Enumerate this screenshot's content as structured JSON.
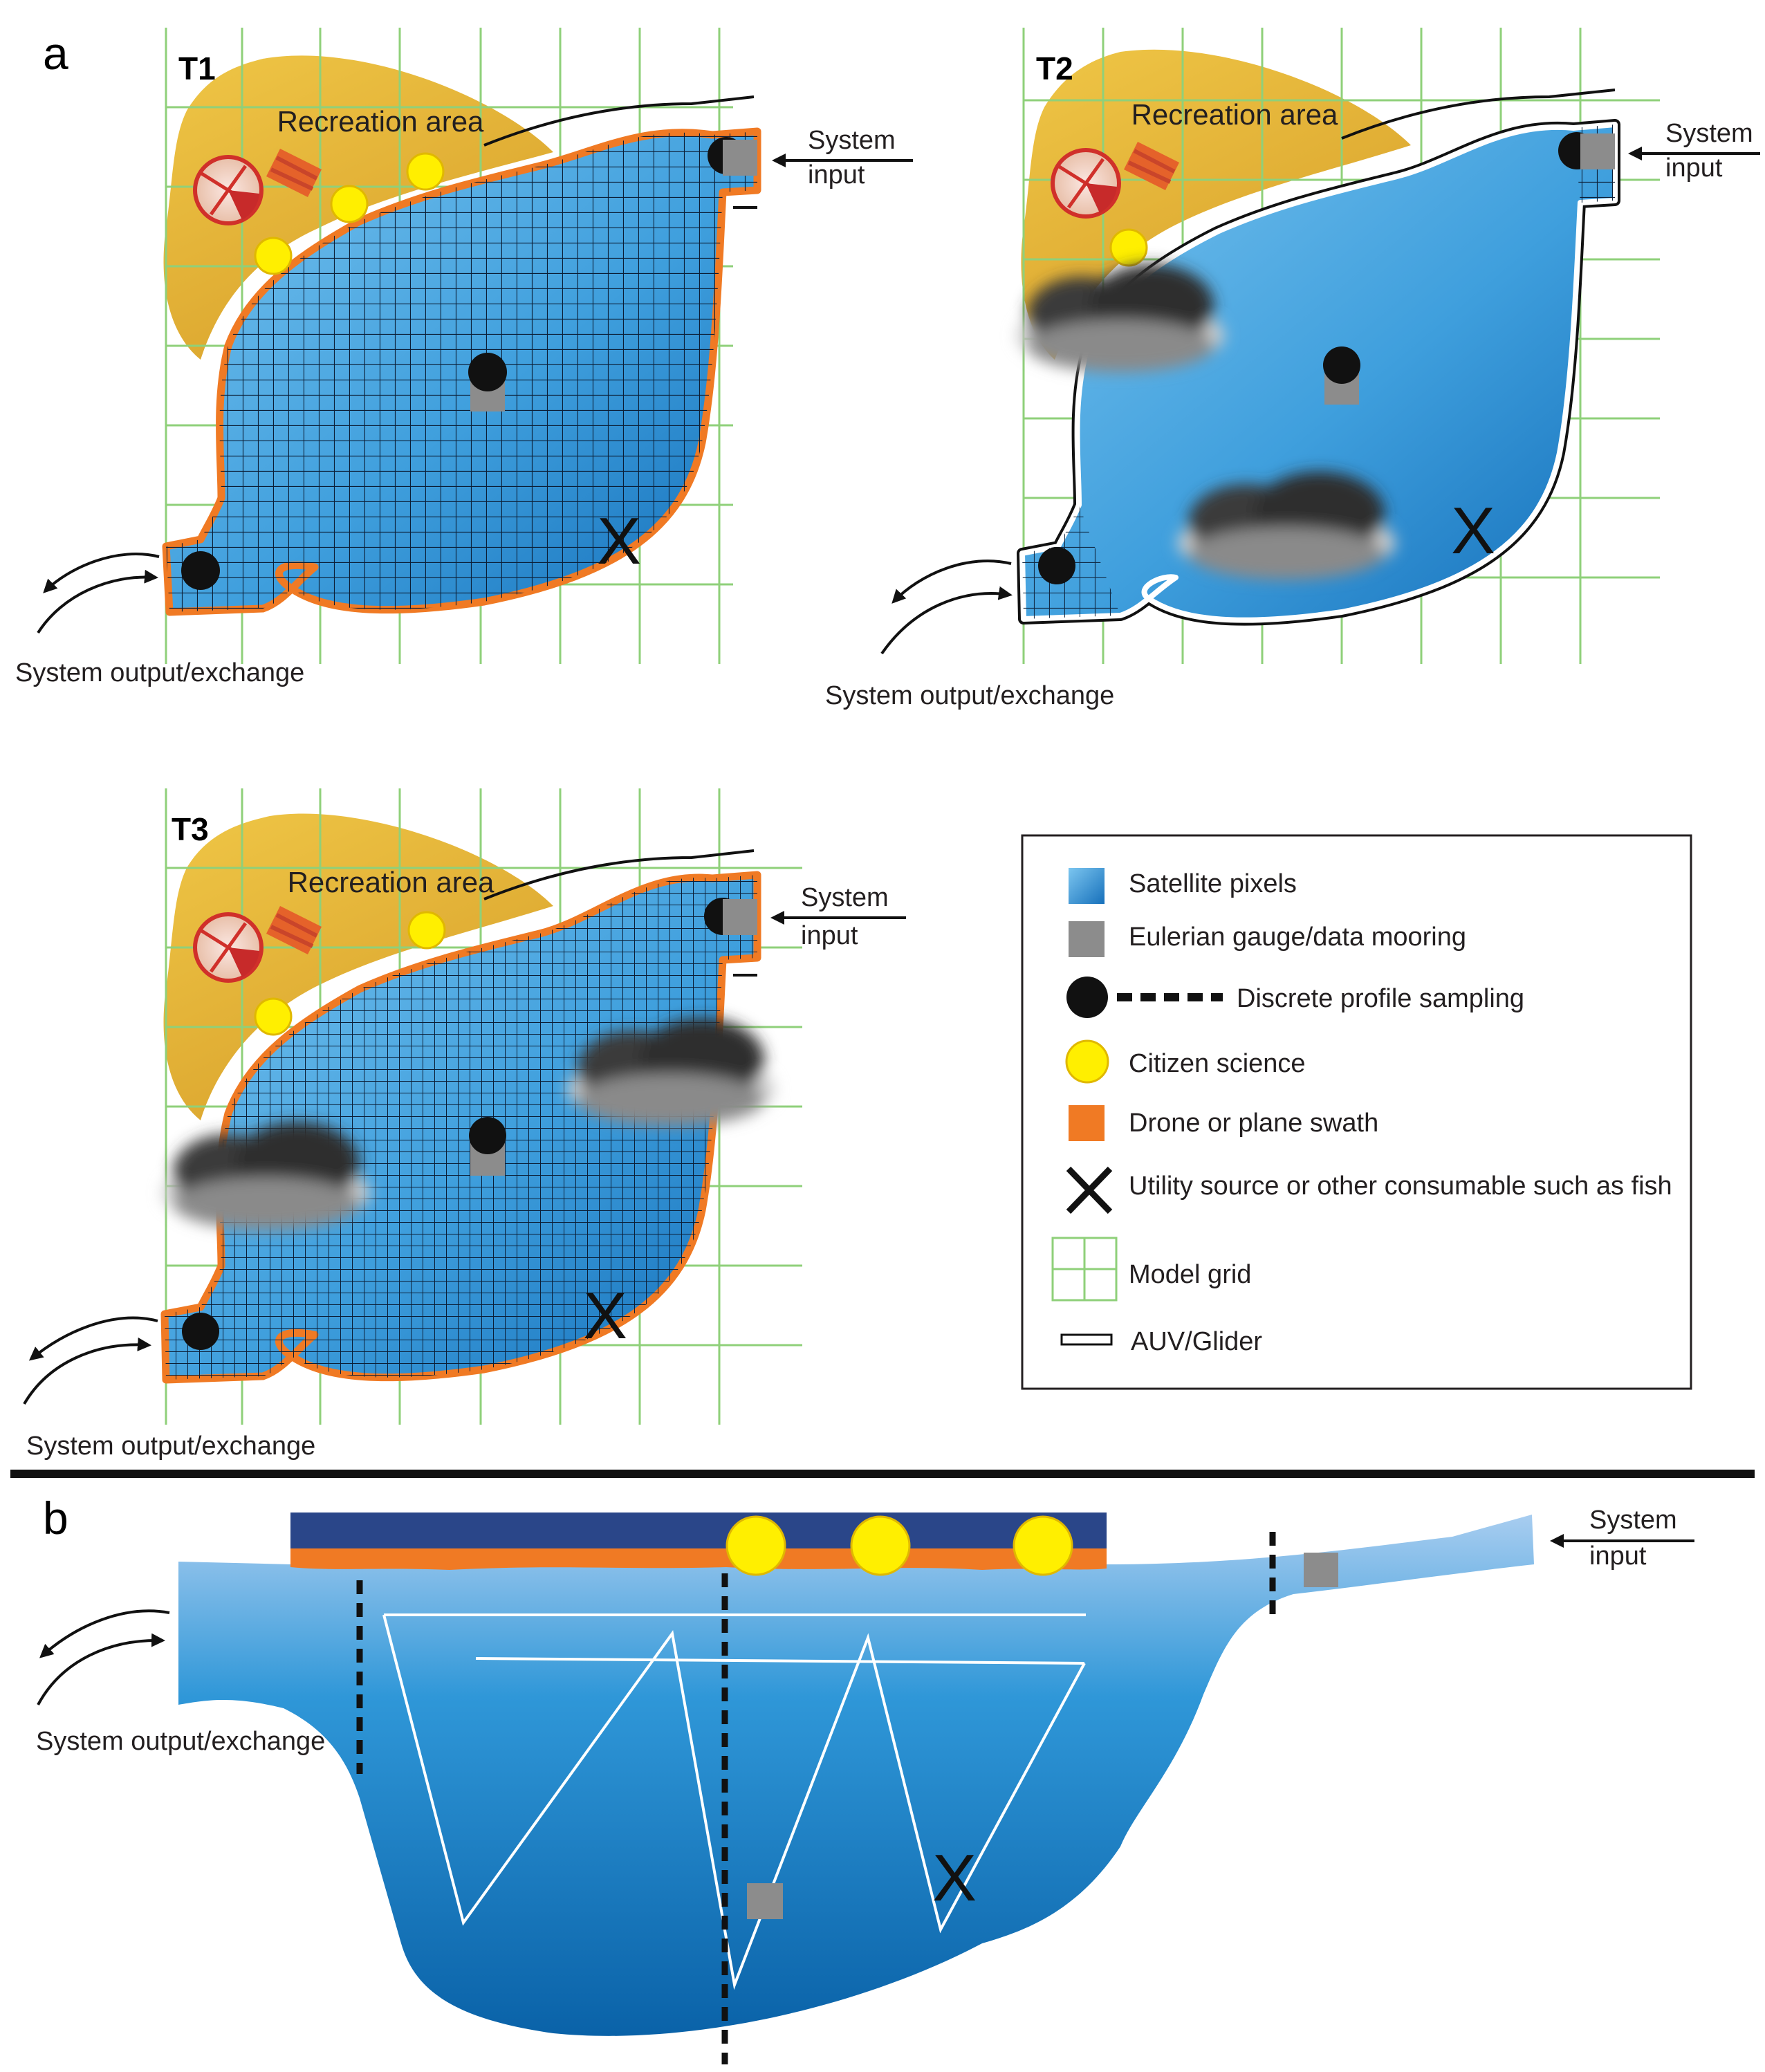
{
  "panels": {
    "a": "a",
    "b": "b"
  },
  "maps": [
    {
      "time": "T1",
      "recreation": "Recreation area",
      "input_line1": "System",
      "input_line2": "input",
      "output": "System output/exchange"
    },
    {
      "time": "T2",
      "recreation": "Recreation area",
      "input_line1": "System",
      "input_line2": "input",
      "output": "System output/exchange"
    },
    {
      "time": "T3",
      "recreation": "Recreation area",
      "input_line1": "System",
      "input_line2": "input",
      "output": "System output/exchange"
    }
  ],
  "legend": {
    "items": [
      {
        "icon": "satellite-pixel-icon",
        "label": "Satellite pixels"
      },
      {
        "icon": "gauge-square-icon",
        "label": "Eulerian gauge/data mooring"
      },
      {
        "icon": "profile-dot-dash-icon",
        "label": "Discrete profile sampling"
      },
      {
        "icon": "yellow-circle-icon",
        "label": "Citizen science"
      },
      {
        "icon": "orange-square-icon",
        "label": "Drone or plane swath"
      },
      {
        "icon": "x-mark-icon",
        "label": "Utility source or other consumable such as fish"
      },
      {
        "icon": "green-grid-icon",
        "label": "Model grid"
      },
      {
        "icon": "auv-outline-icon",
        "label": "AUV/Glider"
      }
    ]
  },
  "cross_section": {
    "input_line1": "System",
    "input_line2": "input",
    "output": "System output/exchange",
    "marker": "X"
  },
  "map_marker": "X",
  "colors": {
    "water_light": "#5ab1e6",
    "water_dark": "#1373bf",
    "land": "#e8bb36",
    "shore_orange": "#f07a24",
    "model_grid": "#8fd07a",
    "citizen_yellow": "#ffef00",
    "gauge_grey": "#8c8c8c",
    "swath_navy": "#2a4689"
  }
}
